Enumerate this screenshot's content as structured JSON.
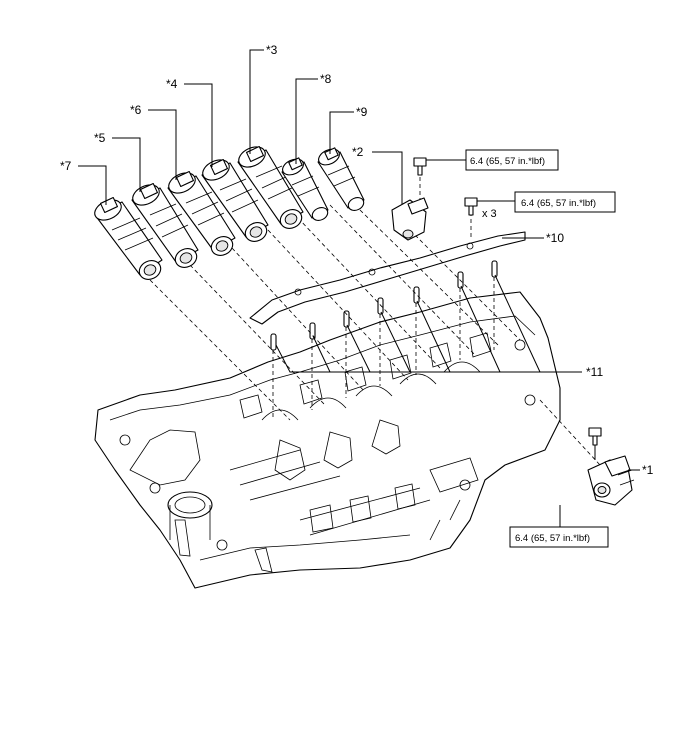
{
  "callouts": {
    "c1": "*1",
    "c2": "*2",
    "c3": "*3",
    "c4": "*4",
    "c5": "*5",
    "c6": "*6",
    "c7": "*7",
    "c8": "*8",
    "c9": "*9",
    "c10": "*10",
    "c11": "*11"
  },
  "torque": {
    "t1": "6.4 (65, 57 in.*lbf)",
    "t2": "6.4 (65, 57 in.*lbf)",
    "t3": "6.4 (65, 57 in.*lbf)"
  },
  "quantity": "x 3",
  "icons": [
    "bolt-icon",
    "solenoid-valve-icon",
    "valve-body-icon",
    "plate-icon",
    "pin-icon"
  ]
}
